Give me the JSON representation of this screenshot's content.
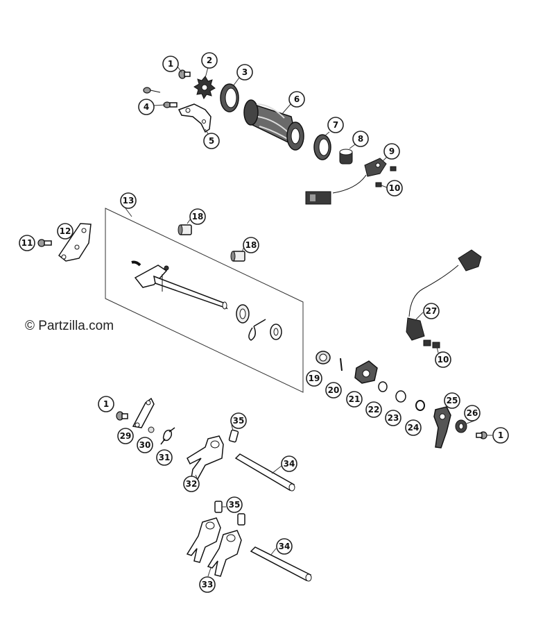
{
  "watermark": "© Partzilla.com",
  "callouts": [
    {
      "id": "c1a",
      "label": "1"
    },
    {
      "id": "c2",
      "label": "2"
    },
    {
      "id": "c3",
      "label": "3"
    },
    {
      "id": "c4",
      "label": "4"
    },
    {
      "id": "c5",
      "label": "5"
    },
    {
      "id": "c6",
      "label": "6"
    },
    {
      "id": "c7",
      "label": "7"
    },
    {
      "id": "c8",
      "label": "8"
    },
    {
      "id": "c9",
      "label": "9"
    },
    {
      "id": "c10a",
      "label": "10"
    },
    {
      "id": "c11",
      "label": "11"
    },
    {
      "id": "c12",
      "label": "12"
    },
    {
      "id": "c13",
      "label": "13"
    },
    {
      "id": "c18a",
      "label": "18"
    },
    {
      "id": "c18b",
      "label": "18"
    },
    {
      "id": "c27",
      "label": "27"
    },
    {
      "id": "c10b",
      "label": "10"
    },
    {
      "id": "c19",
      "label": "19"
    },
    {
      "id": "c20",
      "label": "20"
    },
    {
      "id": "c21",
      "label": "21"
    },
    {
      "id": "c22",
      "label": "22"
    },
    {
      "id": "c23",
      "label": "23"
    },
    {
      "id": "c24",
      "label": "24"
    },
    {
      "id": "c25",
      "label": "25"
    },
    {
      "id": "c26",
      "label": "26"
    },
    {
      "id": "c1c",
      "label": "1"
    },
    {
      "id": "c1b",
      "label": "1"
    },
    {
      "id": "c29",
      "label": "29"
    },
    {
      "id": "c30",
      "label": "30"
    },
    {
      "id": "c31",
      "label": "31"
    },
    {
      "id": "c35a",
      "label": "35"
    },
    {
      "id": "c34a",
      "label": "34"
    },
    {
      "id": "c32",
      "label": "32"
    },
    {
      "id": "c35b",
      "label": "35"
    },
    {
      "id": "c34b",
      "label": "34"
    },
    {
      "id": "c33",
      "label": "33"
    }
  ]
}
